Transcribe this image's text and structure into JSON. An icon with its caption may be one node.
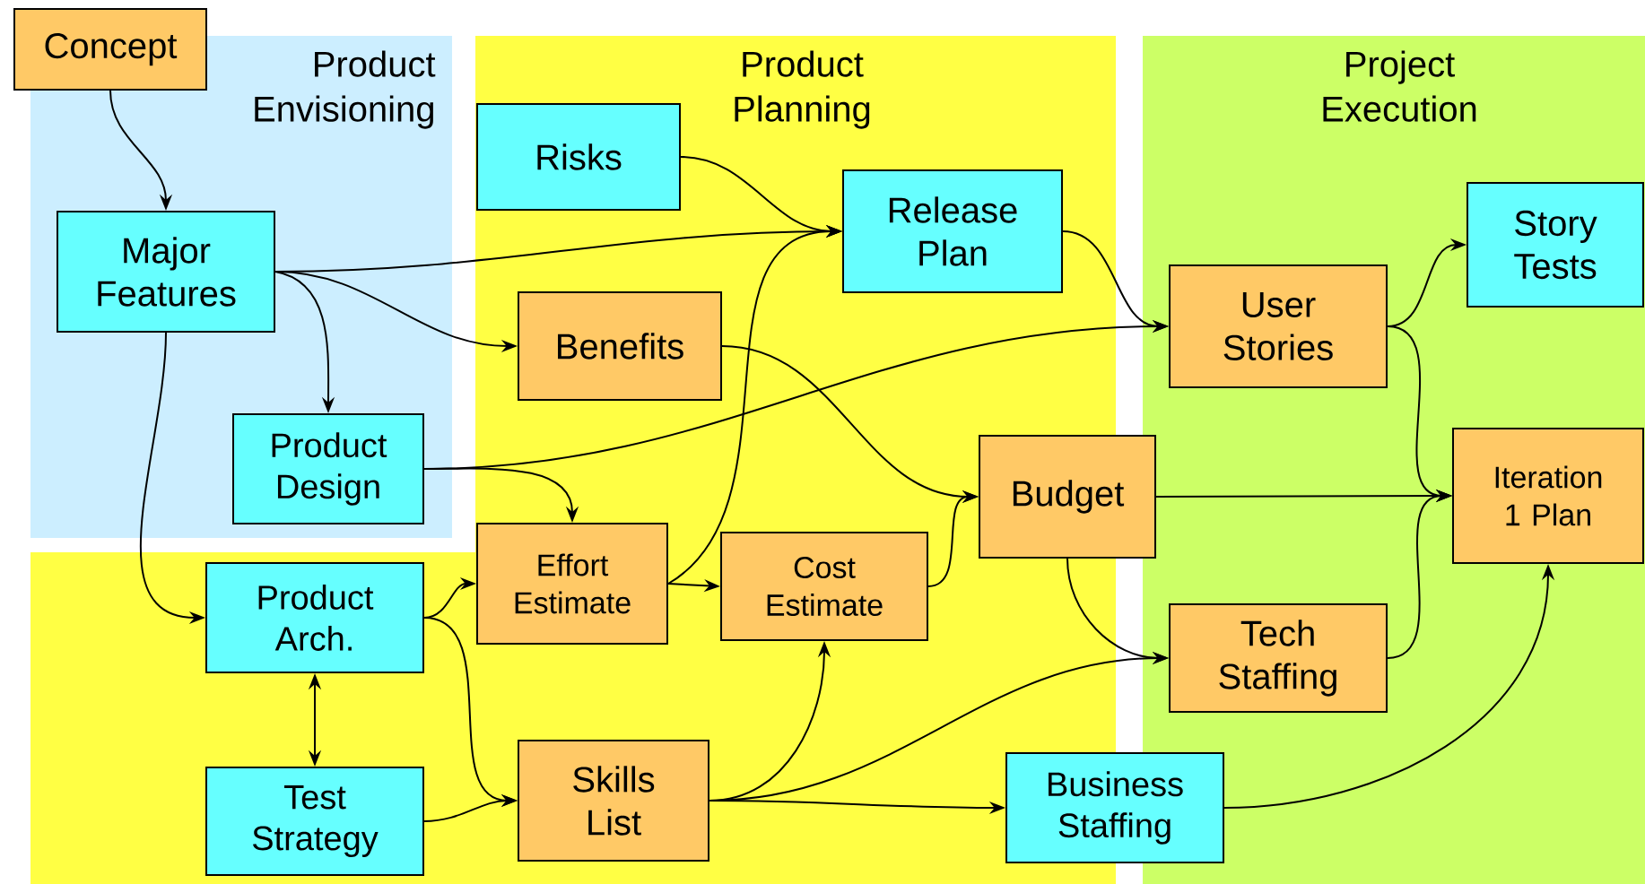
{
  "diagram": {
    "nodes": [
      {
        "text": [
          "Concept"
        ]
      },
      {
        "text": [
          "Product Envisioning"
        ]
      },
      {
        "text": [
          "Major Features"
        ],
        "in": 1
      },
      {
        "text": [
          "Product Design"
        ],
        "in": 1
      },
      {
        "text": [
          "Product Planning"
        ]
      },
      {
        "text": [
          "Risks"
        ],
        "in": 4
      },
      {
        "text": [
          "Release Plan"
        ],
        "in": 4
      },
      {
        "text": [
          "Benefits"
        ],
        "in": 4
      },
      {
        "text": [
          "Product Arch."
        ],
        "in": 4
      },
      {
        "text": [
          "Effort Estimate"
        ],
        "in": 4
      },
      {
        "text": [
          "Cost Estimate"
        ],
        "in": 4
      },
      {
        "text": [
          "Budget"
        ],
        "in": 4
      },
      {
        "text": [
          "Test Strategy"
        ],
        "in": 4
      },
      {
        "text": [
          "Skills List"
        ],
        "in": 4
      },
      {
        "text": [
          "Project Execution"
        ]
      },
      {
        "text": [
          "User Stories"
        ],
        "in": 14
      },
      {
        "text": [
          "Story Tests"
        ],
        "in": 14
      },
      {
        "text": [
          "Iteration 1 Plan"
        ],
        "in": 14
      },
      {
        "text": [
          "Tech Staffing"
        ],
        "in": 14
      },
      {
        "text": [
          "Business Staffing"
        ]
      }
    ],
    "edges": [
      {
        "from": 0,
        "to": 2,
        "arrow": "to"
      },
      {
        "from": 2,
        "to": 6,
        "arrow": "to"
      },
      {
        "from": 2,
        "to": 7,
        "arrow": "to"
      },
      {
        "from": 2,
        "to": 3,
        "arrow": "to"
      },
      {
        "from": 2,
        "to": 8,
        "arrow": "to"
      },
      {
        "from": 5,
        "to": 6,
        "arrow": "to"
      },
      {
        "from": 6,
        "to": 15,
        "arrow": "to"
      },
      {
        "from": 7,
        "to": 11,
        "arrow": "to"
      },
      {
        "from": 3,
        "to": 15,
        "arrow": "to"
      },
      {
        "from": 3,
        "to": 9,
        "arrow": "to"
      },
      {
        "from": 8,
        "to": 9,
        "arrow": "to"
      },
      {
        "from": 8,
        "to": 13,
        "arrow": "to"
      },
      {
        "from": 8,
        "to": 12,
        "arrow": "both"
      },
      {
        "from": 12,
        "to": 13,
        "arrow": "to"
      },
      {
        "from": 9,
        "to": 10,
        "arrow": "to"
      },
      {
        "from": 9,
        "to": 6,
        "arrow": "to"
      },
      {
        "from": 10,
        "to": 11,
        "arrow": "to"
      },
      {
        "from": 13,
        "to": 10,
        "arrow": "to"
      },
      {
        "from": 13,
        "to": 18,
        "arrow": "to"
      },
      {
        "from": 13,
        "to": 19,
        "arrow": "to"
      },
      {
        "from": 11,
        "to": 17,
        "arrow": "to"
      },
      {
        "from": 11,
        "to": 18,
        "arrow": "to"
      },
      {
        "from": 15,
        "to": 16,
        "arrow": "to"
      },
      {
        "from": 15,
        "to": 17,
        "arrow": "to"
      },
      {
        "from": 18,
        "to": 17,
        "arrow": "to"
      },
      {
        "from": 19,
        "to": 17,
        "arrow": "to"
      }
    ]
  }
}
